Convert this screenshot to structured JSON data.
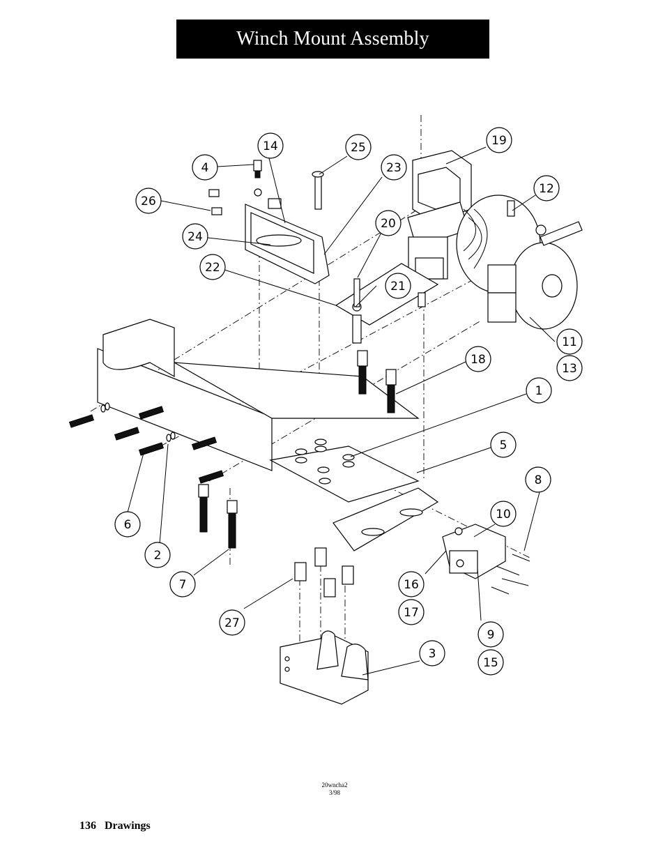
{
  "header": {
    "title": "Winch Mount Assembly"
  },
  "callouts": [
    "1",
    "2",
    "3",
    "4",
    "5",
    "6",
    "7",
    "8",
    "9",
    "10",
    "11",
    "12",
    "13",
    "14",
    "15",
    "16",
    "17",
    "18",
    "19",
    "20",
    "21",
    "22",
    "23",
    "24",
    "25",
    "26",
    "27"
  ],
  "drawing_info": {
    "code": "20wncha2",
    "date": "3/98"
  },
  "footer": {
    "page_number": "136",
    "section": "Drawings"
  },
  "colors": {
    "ink": "#000000",
    "paper": "#ffffff"
  }
}
